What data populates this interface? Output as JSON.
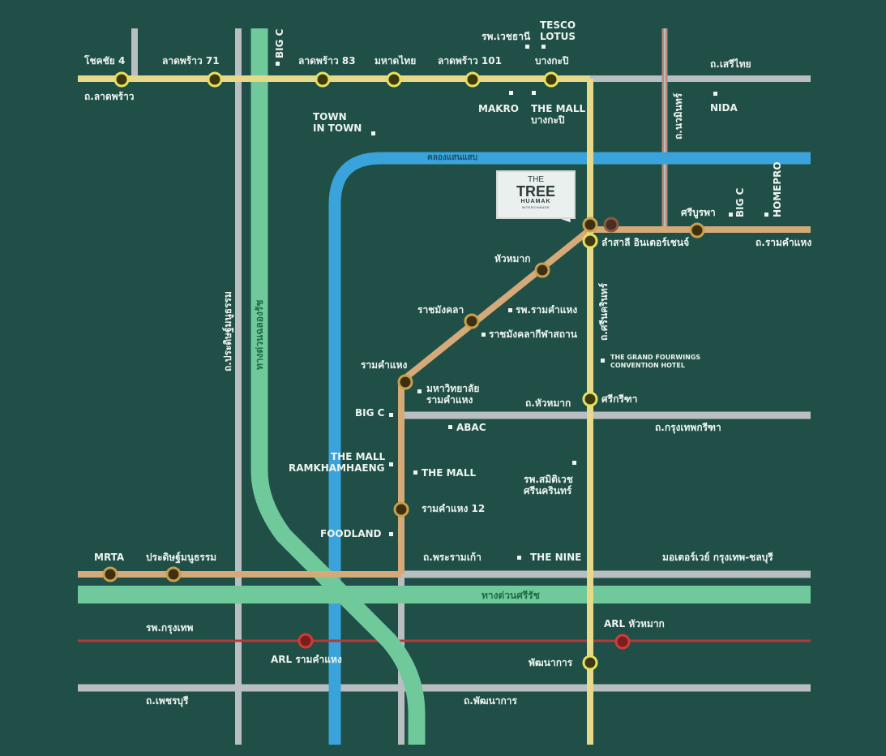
{
  "colors": {
    "background": "#1f4f47",
    "road": "#b9bfc0",
    "expressway": "#6fc99a",
    "canal": "#3aa3dc",
    "yellow_line": "#e6d98a",
    "orange_line": "#d6a978",
    "brown_line": "#b98a78",
    "arl_line": "#b33a3a",
    "station_yellow": "#e8e05a",
    "station_orange": "#c9a04a",
    "station_arl": "#d23a3a"
  },
  "project": {
    "line1": "THE",
    "line2": "TREE",
    "line3": "HUAMAK",
    "line4": "INTERCHANGE"
  },
  "stations": {
    "chokchai4": "โชคชัย 4",
    "ladprao71": "ลาดพร้าว 71",
    "ladprao83": "ลาดพร้าว 83",
    "mahatthai": "มหาดไทย",
    "ladprao101": "ลาดพร้าว 101",
    "bangkapi": "บางกะปิ",
    "lamsali": "ลำสาลี อินเตอร์เชนจ์",
    "sriburapha": "ศรีบูรพา",
    "huamak": "หัวหมาก",
    "rajamangala": "ราชมังคลา",
    "ramkhamhaeng": "รามคำแหง",
    "srikritha": "ศรีกรีฑา",
    "ramkhamhaeng12": "รามคำแหง 12",
    "mrta": "MRTA",
    "pradit": "ประดิษฐ์มนูธรรม",
    "phatthanakan": "พัฒนาการ",
    "arl_ramkhamhaeng": "ARL รามคำแหง",
    "arl_huamak": "ARL หัวหมาก"
  },
  "roads": {
    "ladprao": "ถ.ลาดพร้าว",
    "serithai": "ถ.เสรีไทย",
    "nawamin": "ถ.นวมินทร์",
    "canal_saensaep": "คลองแสนแสบ",
    "ramkhamhaeng_rd": "ถ.รามคำแหง",
    "pradit_rd": "ถ.ประดิษฐ์มนูธรรม",
    "chalong_rat": "ทางด่วนฉลองรัช",
    "srinakarin": "ถ.ศรีนครินทร์",
    "huamak_rd": "ถ.หัวหมาก",
    "krungthep_kreetha": "ถ.กรุงเทพกรีฑา",
    "rama9": "ถ.พระรามเก้า",
    "motorway": "มอเตอร์เวย์ กรุงเทพ-ชลบุรี",
    "si_rat": "ทางด่วนศรีรัช",
    "phetchaburi": "ถ.เพชรบุรี",
    "phatthanakan_rd": "ถ.พัฒนาการ"
  },
  "poi": {
    "bigc_top": "BIG C",
    "town_in_town_1": "TOWN",
    "town_in_town_2": "IN TOWN",
    "vejthani": "รพ.เวชธานี",
    "tesco_1": "TESCO",
    "tesco_2": "LOTUS",
    "makro": "MAKRO",
    "the_mall_bk_1": "THE MALL",
    "the_mall_bk_2": "บางกะปิ",
    "nida": "NIDA",
    "bigc_east": "BIG C",
    "homepro": "HOMEPRO",
    "ram_hospital": "รพ.รามคำแหง",
    "rajamangala_stadium": "ราชมังคลากีฬาสถาน",
    "ru_1": "มหาวิทยาลัย",
    "ru_2": "รามคำแหง",
    "grand_fourwings_1": "THE GRAND FOURWINGS",
    "grand_fourwings_2": "CONVENTION HOTEL",
    "bigc_ram": "BIG C",
    "abac": "ABAC",
    "the_mall_ram_1": "THE MALL",
    "the_mall_ram_2": "RAMKHAMHAENG",
    "the_mall": "THE MALL",
    "samitivej_1": "รพ.สมิติเวช",
    "samitivej_2": "ศรีนครินทร์",
    "foodland": "FOODLAND",
    "the_nine": "THE NINE",
    "bangkok_hospital": "รพ.กรุงเทพ"
  }
}
